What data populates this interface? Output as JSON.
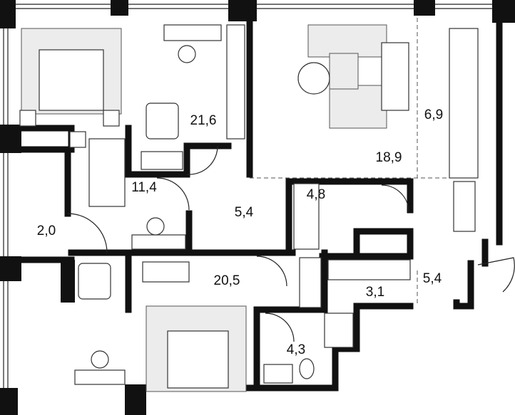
{
  "rooms": [
    {
      "id": "bedroom-1",
      "area": "21,6"
    },
    {
      "id": "kitchen",
      "area": "6,9"
    },
    {
      "id": "living-room",
      "area": "18,9"
    },
    {
      "id": "kids-room",
      "area": "11,4"
    },
    {
      "id": "storage",
      "area": "2,0"
    },
    {
      "id": "corridor",
      "area": "5,4"
    },
    {
      "id": "bathroom",
      "area": "4,8"
    },
    {
      "id": "bedroom-2",
      "area": "20,5"
    },
    {
      "id": "laundry",
      "area": "3,1"
    },
    {
      "id": "hall",
      "area": "5,4"
    },
    {
      "id": "wc",
      "area": "4,3"
    }
  ]
}
